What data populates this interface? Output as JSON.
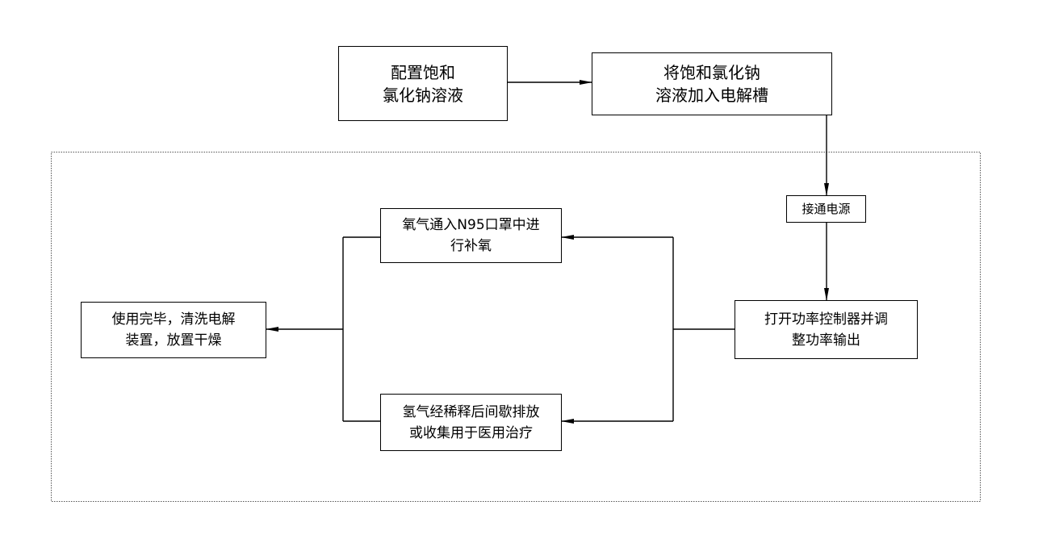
{
  "steps": {
    "prepare_solution": "配置饱和\n氯化钠溶液",
    "add_to_cell": "将饱和氯化钠\n溶液加入电解槽",
    "connect_power": "接通电源",
    "open_controller": "打开功率控制器并调\n整功率输出",
    "oxygen_to_mask": "氧气通入N95口罩中进\n行补氧",
    "hydrogen_disposal": "氢气经稀释后间歇排放\n或收集用于医用治疗",
    "finish_clean": "使用完毕，清洗电解\n装置，放置干燥"
  }
}
